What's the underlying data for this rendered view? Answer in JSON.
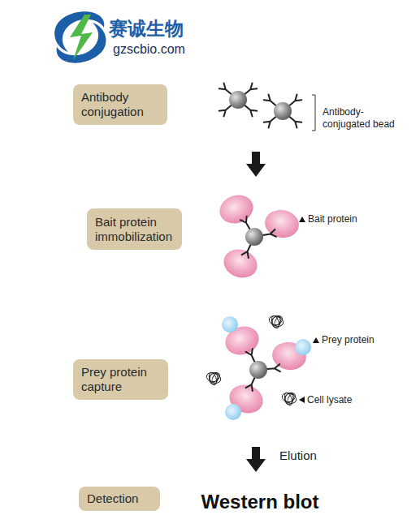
{
  "diagram": {
    "nodes": [
      {
        "text": [
          "Antibody conjugation"
        ]
      },
      {
        "text": [
          "Bait protein immobilization"
        ]
      },
      {
        "text": [
          "Prey protein capture"
        ]
      },
      {
        "text": [
          "Detection"
        ]
      }
    ],
    "labels": [
      "赛诚生物",
      "gzscbio.com",
      "Antibody-conjugated bead",
      "Bait protein",
      "Prey protein",
      "Cell lysate",
      "Elution",
      "Western blot"
    ]
  }
}
